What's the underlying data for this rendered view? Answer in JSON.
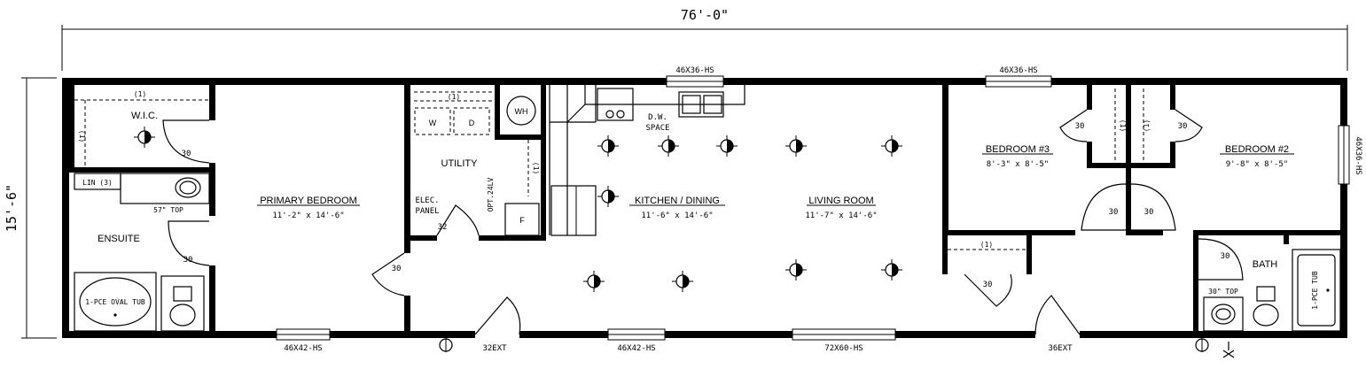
{
  "dimensions": {
    "overall_length": "76'-0\"",
    "overall_width": "15'-6\""
  },
  "rooms": {
    "wic": "W.I.C.",
    "primary_bedroom": {
      "name": "PRIMARY BEDROOM",
      "size": "11'-2\" x 14'-6\""
    },
    "ensuite": "ENSUITE",
    "utility": "UTILITY",
    "kitchen_dining": {
      "name": "KITCHEN / DINING",
      "size": "11'-6\" x 14'-6\""
    },
    "living_room": {
      "name": "LIVING ROOM",
      "size": "11'-7\" x 14'-6\""
    },
    "bedroom3": {
      "name": "BEDROOM #3",
      "size": "8'-3\" x 8'-5\""
    },
    "bedroom2": {
      "name": "BEDROOM #2",
      "size": "9'-8\" x 8'-5\""
    },
    "bath": "BATH"
  },
  "windows": {
    "top_kitchen": "46X36-HS",
    "top_bedroom3": "46X36-HS",
    "right_bedroom2": "46X36-HS",
    "bottom_primary": "46X42-HS",
    "bottom_kitchen": "46X42-HS",
    "bottom_living": "72X60-HS"
  },
  "doors": {
    "ext_front": "32EXT",
    "ext_rear": "36EXT",
    "wic": "30",
    "ensuite": "30",
    "primary": "30",
    "utility": "32",
    "linen_hall": "30",
    "bed3_closet": "30",
    "bed2_closet": "30",
    "bed3": "30",
    "bed2": "30",
    "bath": "30"
  },
  "labels": {
    "shelf_1": "(1)",
    "lin": "LIN (3)",
    "top_57": "57\" TOP",
    "tub_oval": "1-PCE OVAL TUB",
    "washer": "W",
    "dryer": "D",
    "water_heater": "WH",
    "dw_space_1": "D.W.",
    "dw_space_2": "SPACE",
    "elec_panel_1": "ELEC.",
    "elec_panel_2": "PANEL",
    "opt_24lv": "OPT.24LV",
    "furnace": "F",
    "top_30": "30\" TOP",
    "tub_bath": "1-PCE TUB"
  }
}
